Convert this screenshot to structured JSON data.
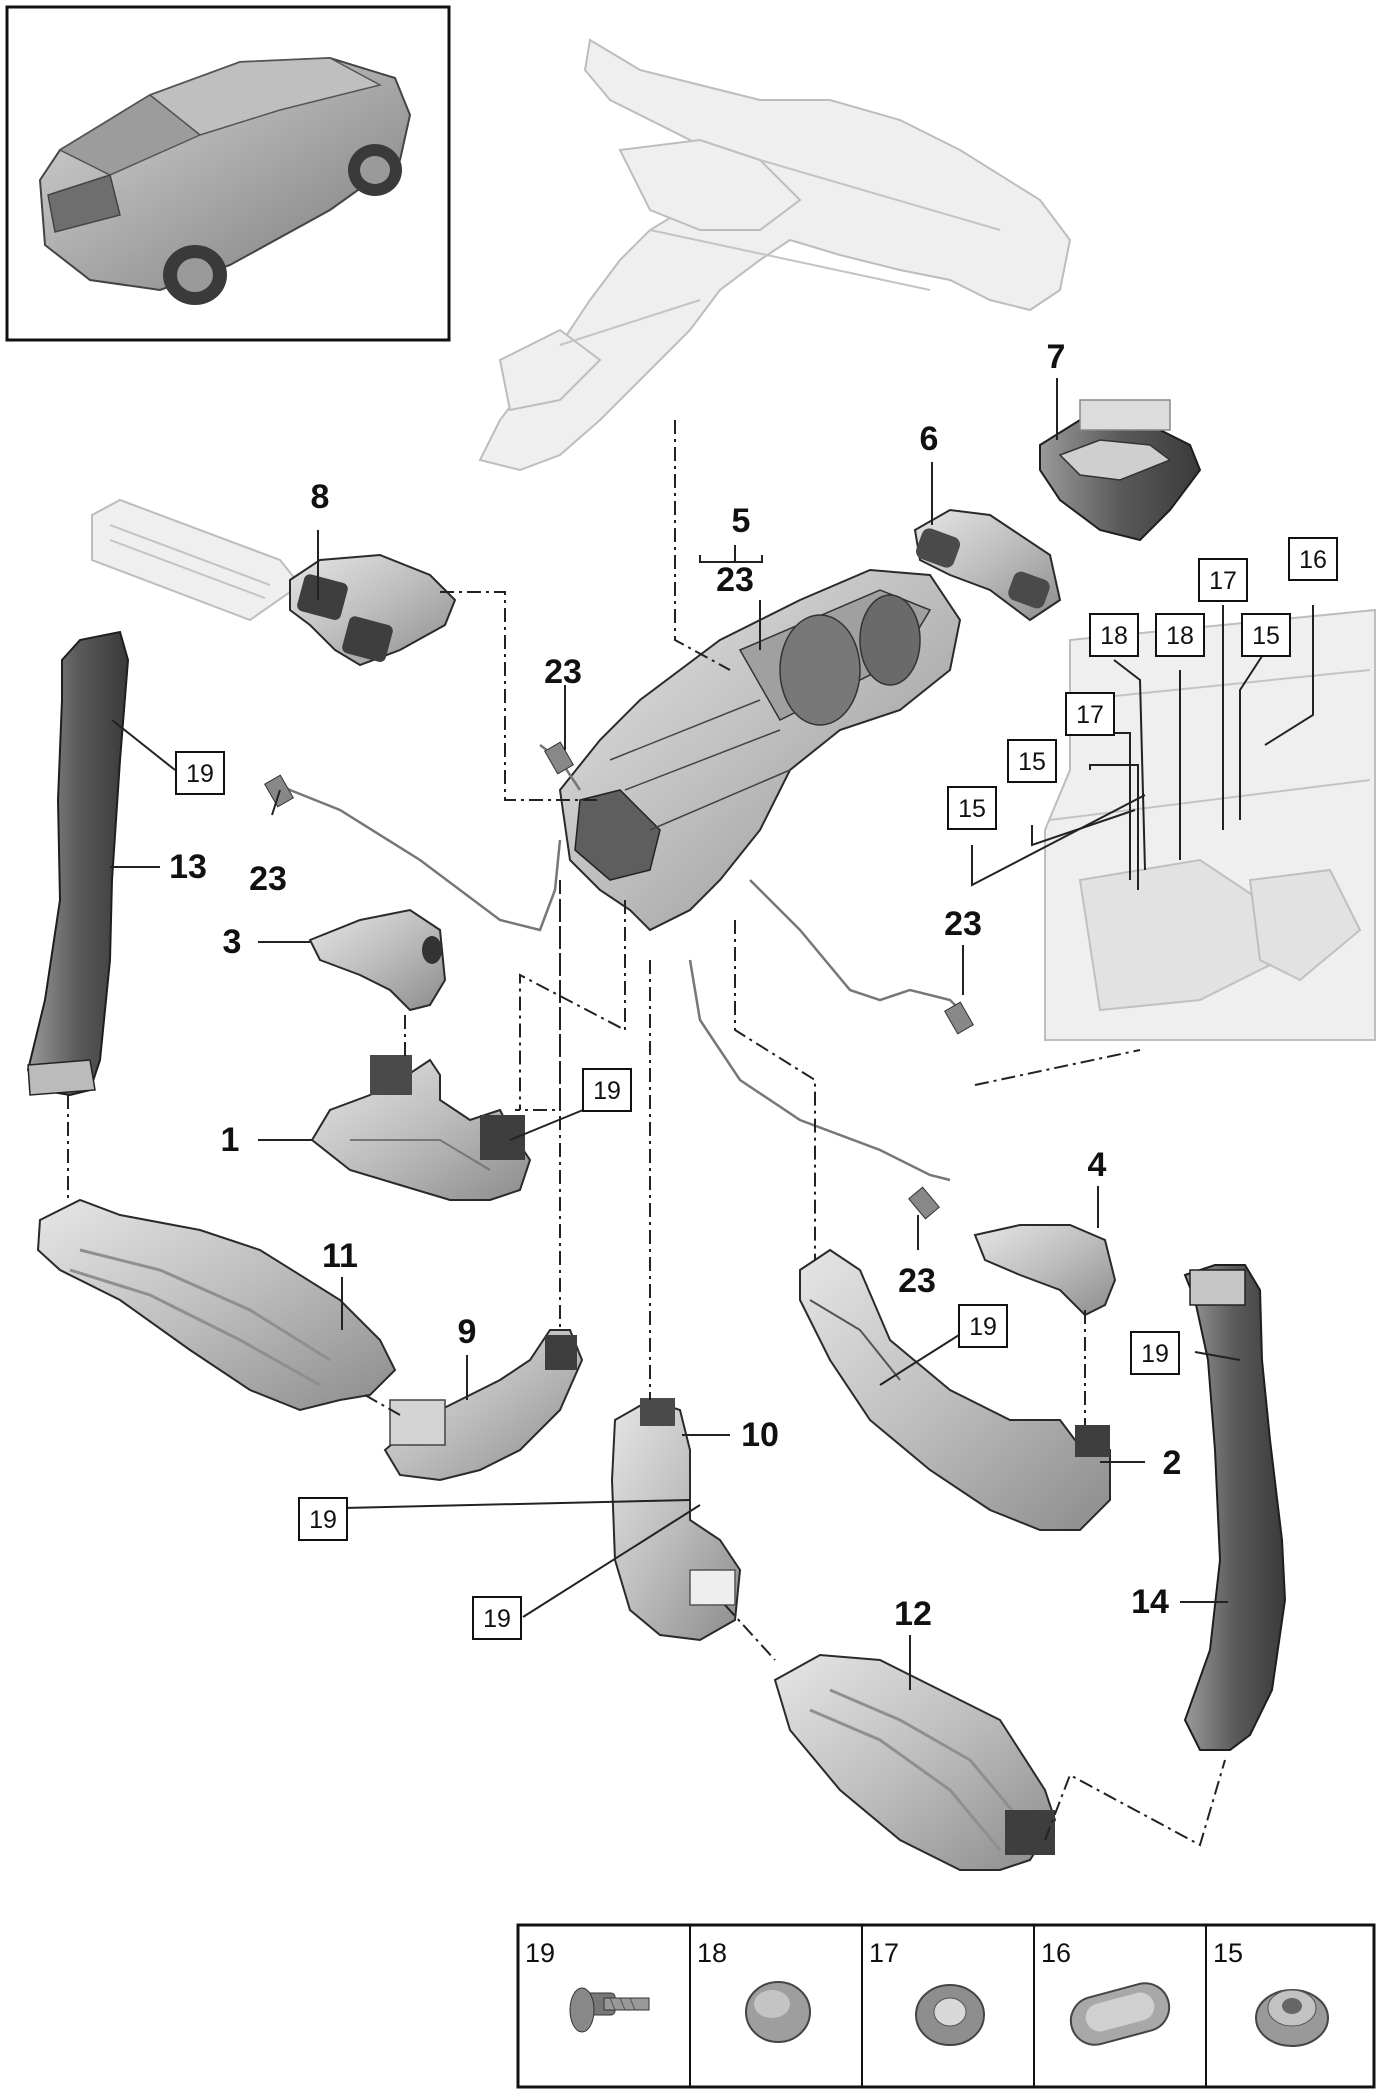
{
  "callouts": {
    "c1": "1",
    "c2": "2",
    "c3": "3",
    "c4": "4",
    "c5": "5",
    "c6": "6",
    "c7": "7",
    "c8": "8",
    "c9": "9",
    "c10": "10",
    "c11": "11",
    "c12": "12",
    "c13": "13",
    "c14": "14",
    "c23_center": "23",
    "c23_upper": "23",
    "c23_left": "23",
    "c23_right": "23",
    "c23_lower": "23"
  },
  "boxed_refs": {
    "b19_left": "19",
    "b19_mid": "19",
    "b19_right": "19",
    "b19_far_right": "19",
    "b19_bottom_left": "19",
    "b19_bottom_mid": "19",
    "b15_a": "15",
    "b15_b": "15",
    "b15_c": "15",
    "b17_a": "17",
    "b17_b": "17",
    "b18_a": "18",
    "b18_b": "18",
    "b16": "16"
  },
  "legend": [
    {
      "num": "19",
      "icon": "bolt-icon"
    },
    {
      "num": "18",
      "icon": "plug-icon"
    },
    {
      "num": "17",
      "icon": "grommet-icon"
    },
    {
      "num": "16",
      "icon": "oval-plug-icon"
    },
    {
      "num": "15",
      "icon": "clip-icon"
    }
  ]
}
